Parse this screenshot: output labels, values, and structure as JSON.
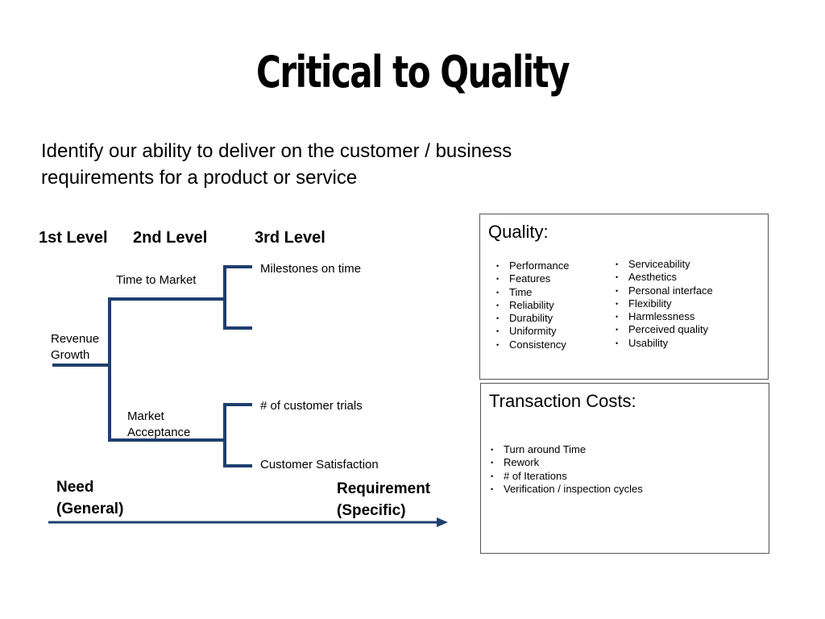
{
  "title": "Critical to Quality",
  "subtitle": "Identify our ability to deliver on the customer / business requirements for a product or service",
  "levels": [
    "1st Level",
    "2nd Level",
    "3rd Level"
  ],
  "tree": {
    "root": "Revenue Growth",
    "branches": [
      {
        "label": "Time to Market",
        "leaves": [
          "Milestones on time",
          ""
        ]
      },
      {
        "label": "Market Acceptance",
        "leaves": [
          "# of customer trials",
          "Customer Satisfaction"
        ]
      }
    ]
  },
  "axis": {
    "left_label": "Need (General)",
    "right_label": "Requirement (Specific)"
  },
  "quality_box": {
    "title": "Quality:",
    "col1": [
      "Performance",
      "Features",
      "Time",
      "Reliability",
      "Durability",
      "Uniformity",
      "Consistency"
    ],
    "col2": [
      "Serviceability",
      "Aesthetics",
      "Personal interface",
      "Flexibility",
      "Harmlessness",
      "Perceived quality",
      "Usability"
    ]
  },
  "transaction_box": {
    "title": "Transaction Costs:",
    "items": [
      "Turn around Time",
      "Rework",
      "# of Iterations",
      "Verification / inspection cycles"
    ]
  },
  "colors": {
    "tree_line": "#1f3f6e",
    "arrow": "#1f3f6e",
    "box_border": "#555555"
  }
}
